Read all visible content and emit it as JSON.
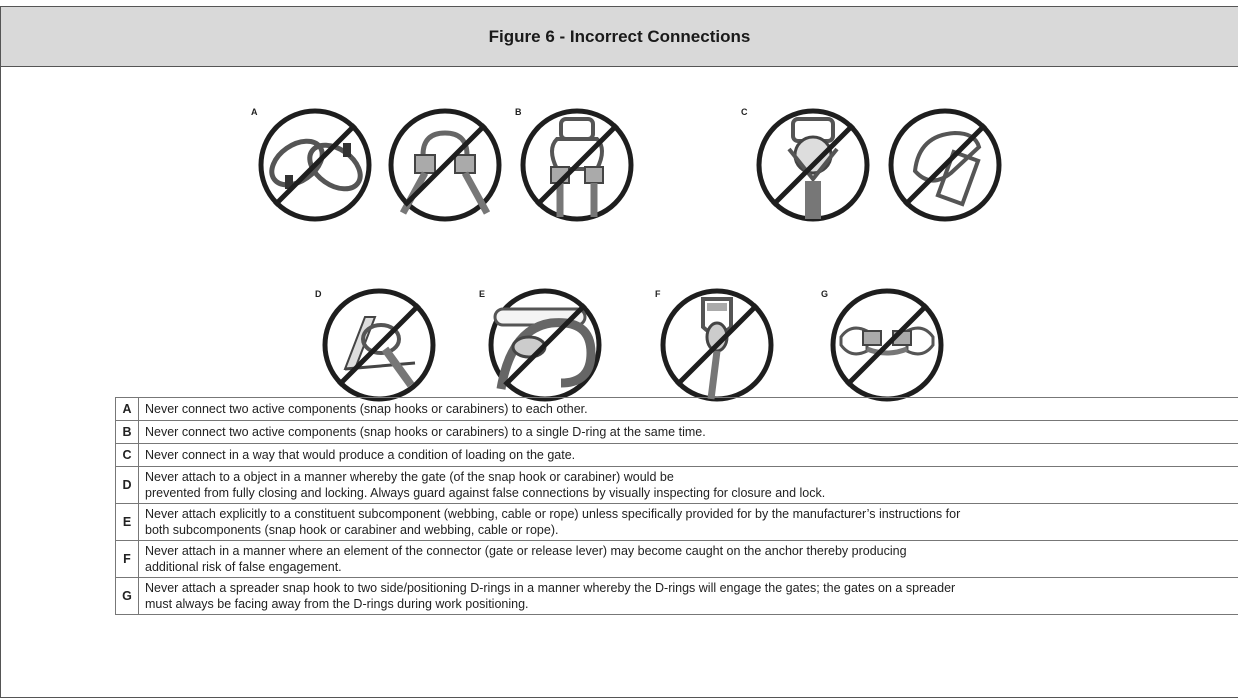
{
  "figure": {
    "title": "Figure 6 - Incorrect Connections",
    "panel_letters": [
      "A",
      "B",
      "C",
      "D",
      "E",
      "F",
      "G"
    ]
  },
  "legend": {
    "rows": [
      {
        "key": "A",
        "lines": [
          "Never connect two active components (snap hooks or carabiners) to each other."
        ]
      },
      {
        "key": "B",
        "lines": [
          "Never connect two active components (snap hooks or carabiners) to a single D-ring at the same time."
        ]
      },
      {
        "key": "C",
        "lines": [
          "Never connect in a way that would produce a condition of loading on the gate."
        ]
      },
      {
        "key": "D",
        "lines": [
          "Never attach to a object in a manner whereby the gate (of the snap hook or carabiner) would be",
          "prevented from fully closing and locking. Always guard against false connections by visually inspecting for closure and lock."
        ]
      },
      {
        "key": "E",
        "lines": [
          "Never attach explicitly to a constituent subcomponent (webbing, cable or rope) unless specifically provided for by the manufacturer’s instructions for",
          "both subcomponents (snap hook or carabiner and webbing, cable or rope)."
        ]
      },
      {
        "key": "F",
        "lines": [
          "Never attach in a manner where an element of the connector (gate or release lever) may become caught on the anchor thereby producing",
          "additional risk of false engagement."
        ]
      },
      {
        "key": "G",
        "lines": [
          "Never attach a spreader snap hook to two side/positioning D-rings in a manner whereby the D-rings will engage the gates; the gates on a spreader",
          "must always be facing away from the D-rings during work positioning."
        ]
      }
    ]
  }
}
